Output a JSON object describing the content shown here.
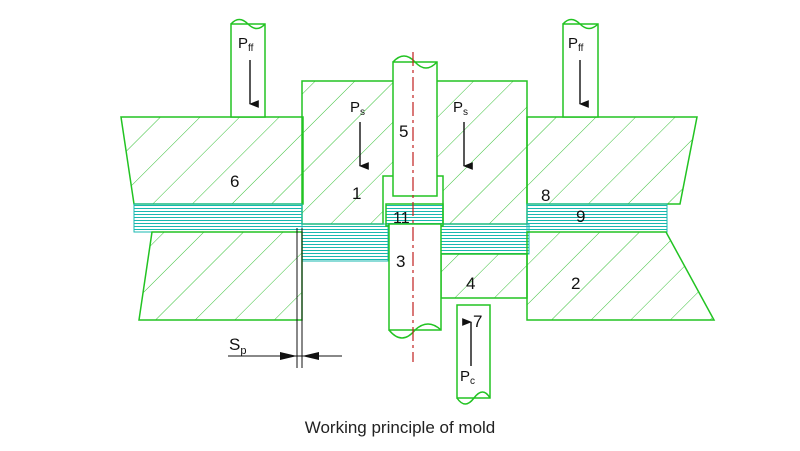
{
  "caption": "Working principle of mold",
  "labels": {
    "force_left": "P",
    "force_left_sub": "ff",
    "force_right": "P",
    "force_right_sub": "ff",
    "ps_left": "P",
    "ps_left_sub": "s",
    "ps_right": "P",
    "ps_right_sub": "s",
    "pc": "P",
    "pc_sub": "c",
    "sp": "S",
    "sp_sub": "p",
    "part_1": "1",
    "part_2": "2",
    "part_3": "3",
    "part_4": "4",
    "part_5": "5",
    "part_6": "6",
    "part_7": "7",
    "part_8": "8",
    "part_9": "9",
    "part_11": "11"
  },
  "colors": {
    "outline": "#22c322",
    "strip": "#19b8b0",
    "axis": "#c0201f",
    "ink": "#111111"
  }
}
